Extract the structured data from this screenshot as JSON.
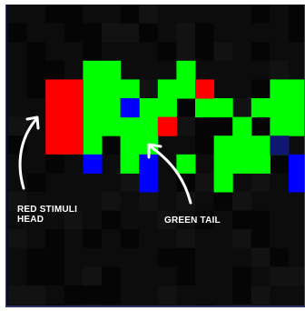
{
  "labels": {
    "head_line1": "RED STIMULI",
    "head_line2": "HEAD",
    "tail": "GREEN TAIL"
  },
  "colors": {
    "background": "#0c0c0c",
    "dark_cell": "#050505",
    "light_cell": "#121212",
    "red": "#ff0000",
    "green": "#00ff00",
    "blue": "#0000ff",
    "dim_blue": "#0e1870",
    "label": "#ffffff",
    "frame": "#39406a"
  }
}
